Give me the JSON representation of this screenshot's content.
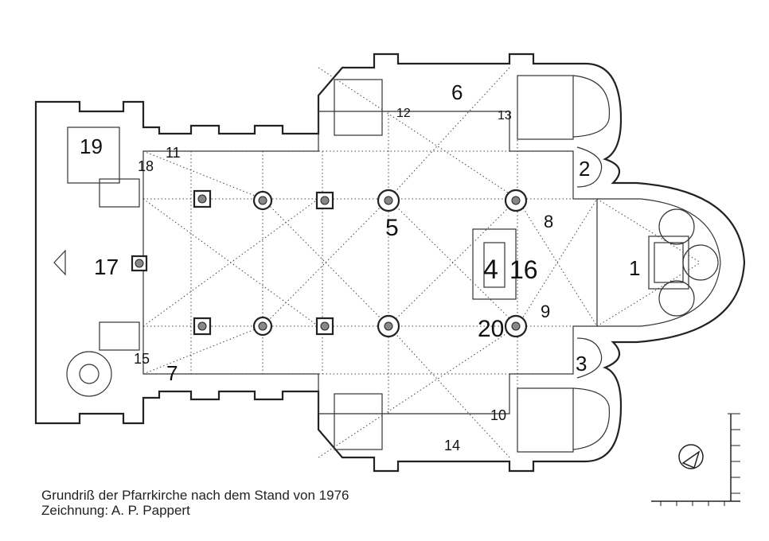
{
  "caption": {
    "line1": "Grundriß der Pfarrkirche nach dem Stand von 1976",
    "line2": "Zeichnung: A. P. Pappert"
  },
  "labels": {
    "n1": "1",
    "n2": "2",
    "n3": "3",
    "n4": "4",
    "n5": "5",
    "n6": "6",
    "n7": "7",
    "n8": "8",
    "n9": "9",
    "n10": "10",
    "n11": "11",
    "n12": "12",
    "n13": "13",
    "n14": "14",
    "n15": "15",
    "n16": "16",
    "n17": "17",
    "n18": "18",
    "n19": "19",
    "n20": "20"
  },
  "colors": {
    "ink": "#222222",
    "paper": "#ffffff"
  },
  "icons": {
    "north_arrow": "compass-north-arrow-icon",
    "scale": "scale-bar-icon"
  }
}
